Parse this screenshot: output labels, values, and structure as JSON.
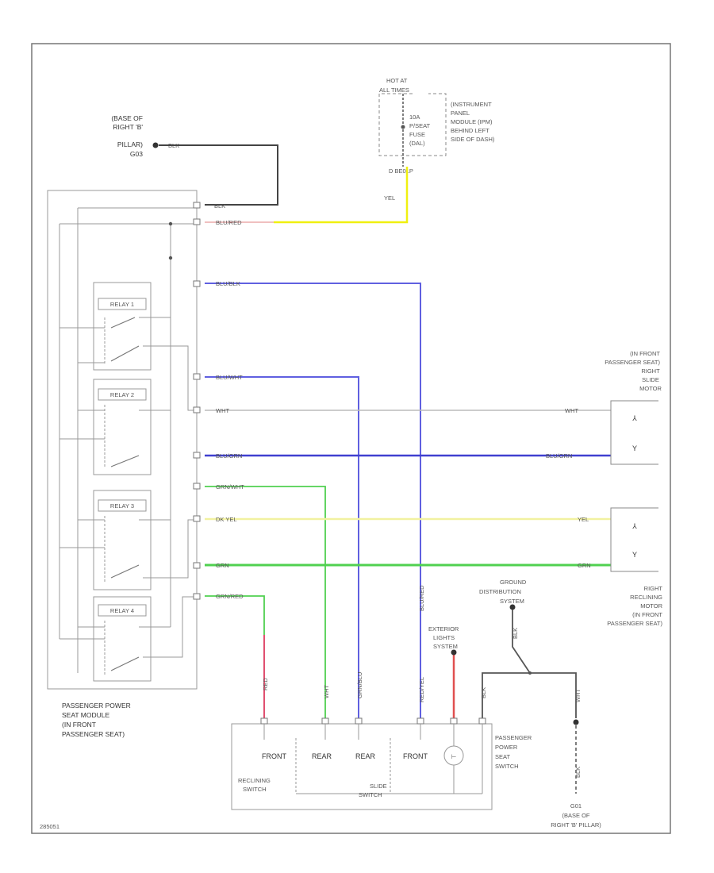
{
  "labels": {
    "ground_top": [
      "(BASE OF",
      "RIGHT 'B'",
      "PILLAR)",
      "G03"
    ],
    "hot_at": [
      "HOT AT",
      "ALL TIMES"
    ],
    "fuse": [
      "10A",
      "P/SEAT",
      "FUSE",
      "(DAL)"
    ],
    "ipm": [
      "(INSTRUMENT",
      "PANEL",
      "MODULE (IPM)",
      "BEHIND LEFT",
      "SIDE OF DASH)"
    ],
    "splice": "D  BE01P",
    "module": [
      "PASSENGER POWER",
      "SEAT MODULE",
      "(IN FRONT",
      "PASSENGER SEAT)"
    ],
    "slide_motor": [
      "(IN FRONT",
      "PASSENGER SEAT)",
      "RIGHT",
      "SLIDE",
      "MOTOR"
    ],
    "recline_motor": [
      "RIGHT",
      "RECLINING",
      "MOTOR",
      "(IN FRONT",
      "PASSENGER SEAT)"
    ],
    "ground_dist": [
      "GROUND",
      "DISTRIBUTION",
      "SYSTEM"
    ],
    "exterior_lights": [
      "EXTERIOR",
      "LIGHTS",
      "SYSTEM"
    ],
    "switch": [
      "PASSENGER",
      "POWER",
      "SEAT",
      "SWITCH"
    ],
    "switch_front1": "FRONT",
    "switch_rear1": "REAR",
    "switch_rear2": "REAR",
    "switch_front2": "FRONT",
    "reclining_switch": [
      "RECLINING",
      "SWITCH"
    ],
    "slide_switch": [
      "SLIDE",
      "SWITCH"
    ],
    "bottom_ground": [
      "G01",
      "(BASE OF",
      "RIGHT 'B' PILLAR)"
    ],
    "page_code": "285051",
    "relay1": "RELAY 1",
    "relay2": "RELAY 2",
    "relay3": "RELAY 3",
    "relay4": "RELAY 4"
  },
  "wires": {
    "blk_top": "BLK",
    "blk_module": "BLK",
    "blu_red": "BLU/RED",
    "yel": "YEL",
    "blu_blk": "BLU/BLK",
    "blu_wht": "BLU/WHT",
    "wht_left": "WHT",
    "wht_right": "WHT",
    "blu_grn_left": "BLU/GRN",
    "blu_grn_right": "BLU/GRN",
    "grn_wht": "GRN/WHT",
    "dk_yel": "DK YEL",
    "yel_right": "YEL",
    "grn_left": "GRN",
    "grn_right": "GRN",
    "grn_red": "GRN/RED",
    "v_red": "RED",
    "v_wht": "WHT",
    "v_grn_blu": "GRN/BLU",
    "v_blu_red": "BLU/RED",
    "v_red_yel": "RED/YEL",
    "v_blk_gd": "BLK",
    "v_blk_sw": "BLK",
    "v_wht_r": "WHT",
    "v_blk_g1": "BLK"
  },
  "colors": {
    "frame": "#777777",
    "black_wire": "#444444",
    "yellow": "#f0f010",
    "pale_yellow": "#f2f2a0",
    "blue": "#6060e0",
    "dark_blue": "#4040d0",
    "green": "#50d050",
    "red": "#e05070",
    "white_wire": "#bbbbbb",
    "box": "#888888"
  }
}
